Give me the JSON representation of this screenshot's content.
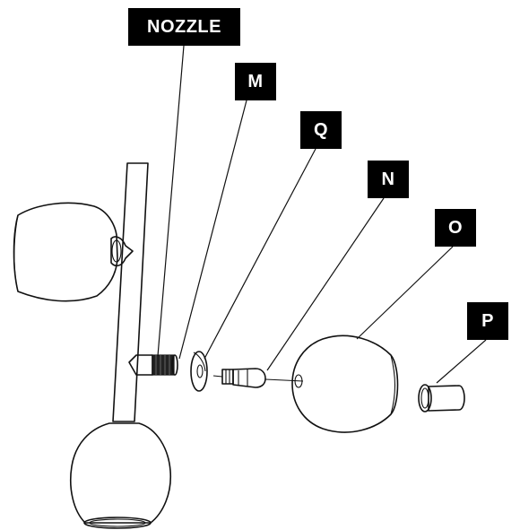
{
  "labels": {
    "nozzle": "NOZZLE",
    "m": "M",
    "q": "Q",
    "n": "N",
    "o": "O",
    "p": "P"
  },
  "colors": {
    "label_background": "#000000",
    "label_text": "#ffffff",
    "line_art": "#111111",
    "background": "#ffffff"
  }
}
